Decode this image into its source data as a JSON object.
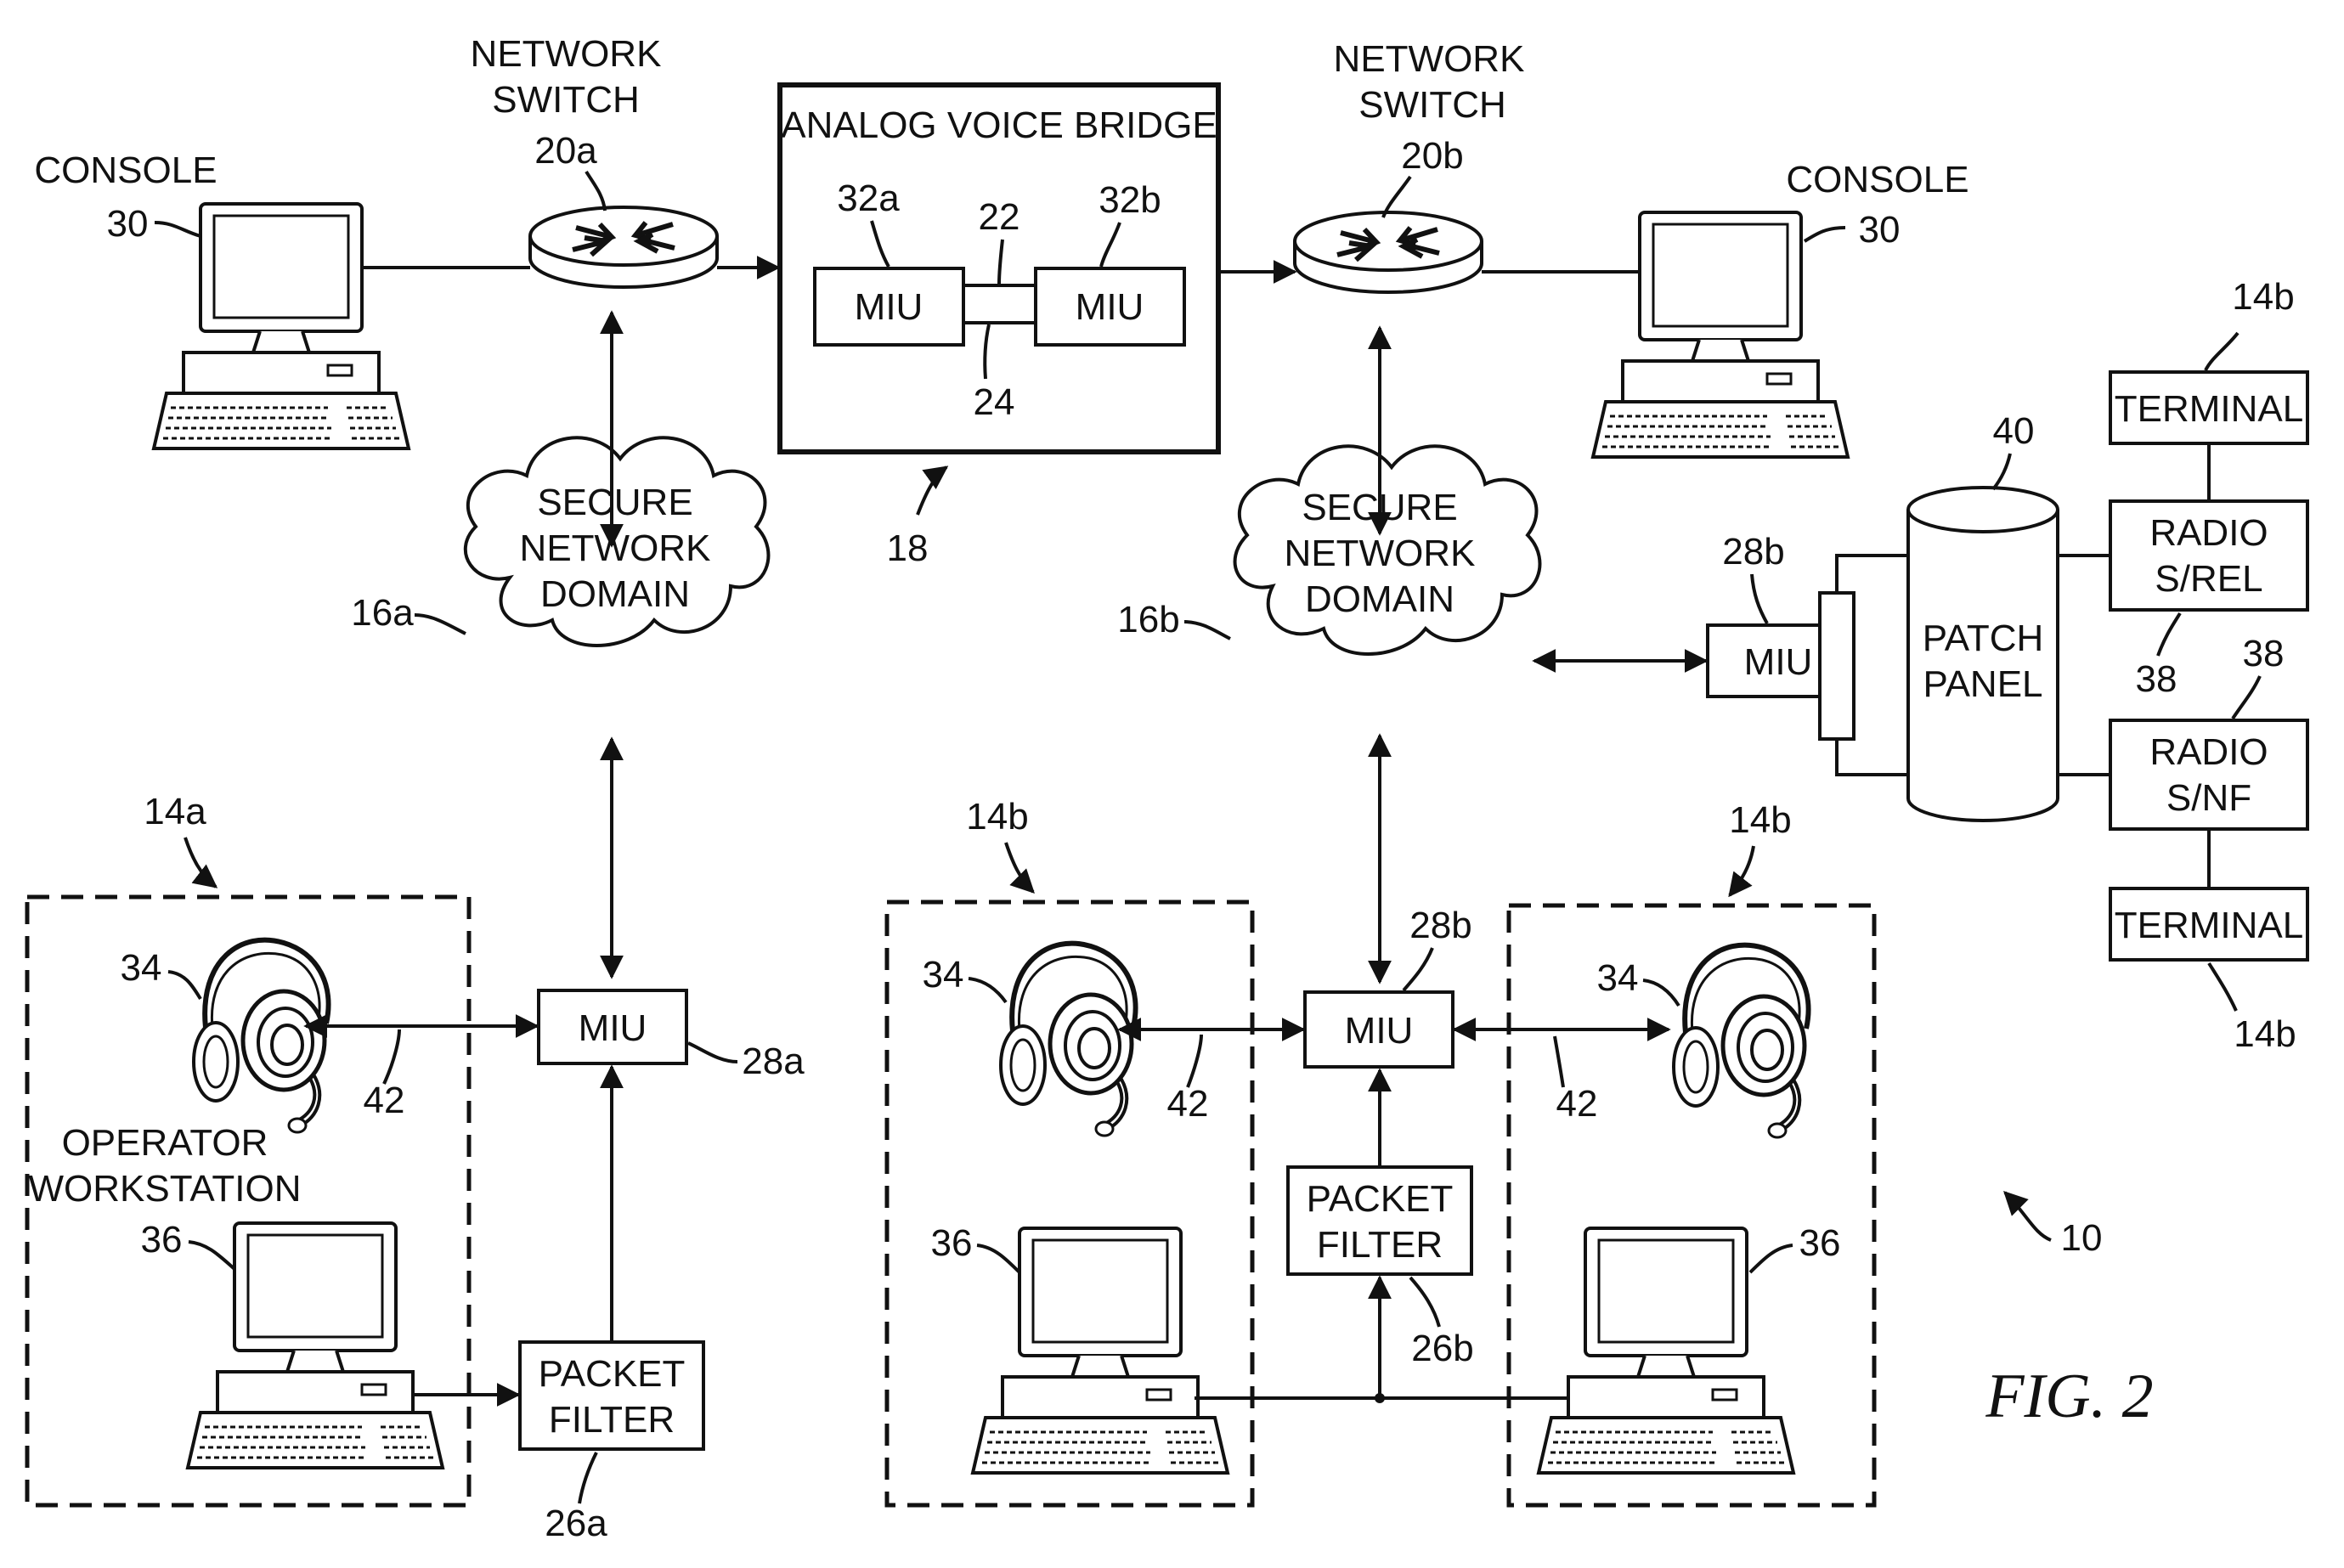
{
  "labels": {
    "network_switch_left": [
      "NETWORK",
      "SWITCH"
    ],
    "network_switch_left_ref": "20a",
    "network_switch_right": [
      "NETWORK",
      "SWITCH"
    ],
    "network_switch_right_ref": "20b",
    "console_left": "CONSOLE",
    "console_left_ref": "30",
    "console_right": "CONSOLE",
    "console_right_ref": "30",
    "bridge_title": "ANALOG VOICE BRIDGE",
    "bridge_ref": "18",
    "bridge_miu_left": "MIU",
    "bridge_miu_left_ref": "32a",
    "bridge_miu_right": "MIU",
    "bridge_miu_right_ref": "32b",
    "bridge_link_top_ref": "22",
    "bridge_link_bottom_ref": "24",
    "cloud_left": [
      "SECURE",
      "NETWORK",
      "DOMAIN"
    ],
    "cloud_left_ref": "16a",
    "cloud_right": [
      "SECURE",
      "NETWORK",
      "DOMAIN"
    ],
    "cloud_right_ref": "16b",
    "miu_28a": "MIU",
    "miu_28a_ref": "28a",
    "miu_28b_center": "MIU",
    "miu_28b_center_ref": "28b",
    "miu_28b_patch": "MIU",
    "miu_28b_patch_ref": "28b",
    "packet_filter_left": [
      "PACKET",
      "FILTER"
    ],
    "packet_filter_left_ref": "26a",
    "packet_filter_right": [
      "PACKET",
      "FILTER"
    ],
    "packet_filter_right_ref": "26b",
    "patch_panel": [
      "PATCH",
      "PANEL"
    ],
    "patch_panel_ref": "40",
    "radio_srel": [
      "RADIO",
      "S/REL"
    ],
    "radio_srel_ref": "38",
    "radio_snf": [
      "RADIO",
      "S/NF"
    ],
    "radio_snf_ref": "38",
    "terminal_top": "TERMINAL",
    "terminal_top_ref": "14b",
    "terminal_bottom": "TERMINAL",
    "terminal_bottom_ref": "14b",
    "ws_left_ref": "14a",
    "ws_mid_ref": "14b",
    "ws_right_ref": "14b",
    "operator_workstation": [
      "OPERATOR",
      "WORKSTATION"
    ],
    "headset_ref": "34",
    "workstation_pc_ref": "36",
    "voice_link_ref": "42",
    "system_ref": "10",
    "figure_caption": "FIG. 2"
  }
}
